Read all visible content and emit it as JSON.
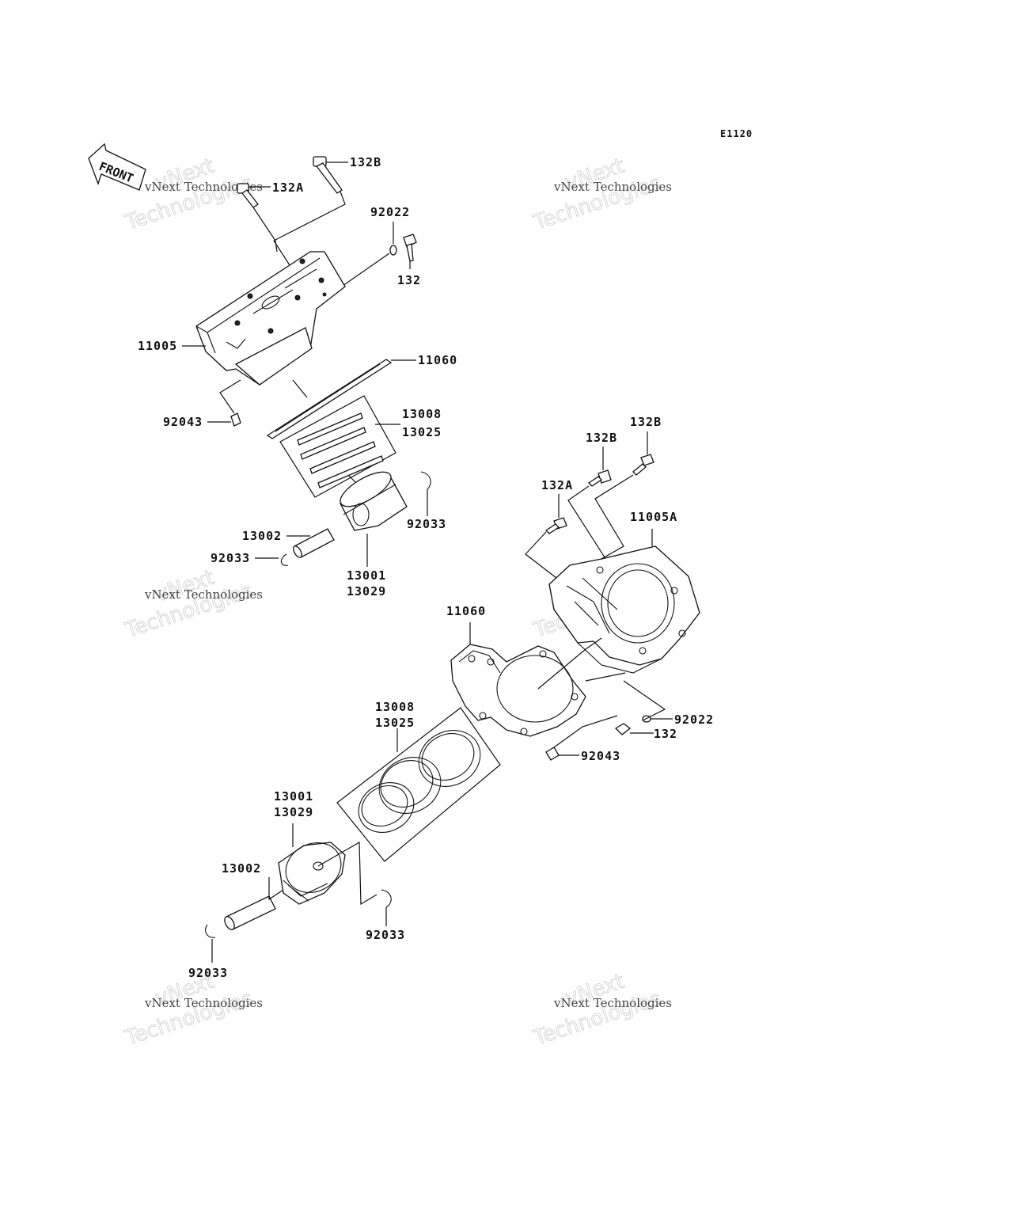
{
  "diagram_code": "E1120",
  "front_label": "FRONT",
  "watermark": {
    "line1": "vNext Technologies",
    "line2": "vNext",
    "line3": "Technologies"
  },
  "labels": {
    "l_132B_a": "132B",
    "l_132A_a": "132A",
    "l_92022_a": "92022",
    "l_132_a": "132",
    "l_11005": "11005",
    "l_11060_a": "11060",
    "l_92043_a": "92043",
    "l_13008_a": "13008",
    "l_13025_a": "13025",
    "l_92033_a": "92033",
    "l_13002_a": "13002",
    "l_92033_b": "92033",
    "l_13001_a": "13001",
    "l_13029_a": "13029",
    "l_132B_b": "132B",
    "l_132B_c": "132B",
    "l_132A_b": "132A",
    "l_11005A": "11005A",
    "l_11060_b": "11060",
    "l_92022_b": "92022",
    "l_132_b": "132",
    "l_92043_b": "92043",
    "l_13008_b": "13008",
    "l_13025_b": "13025",
    "l_13001_b": "13001",
    "l_13029_b": "13029",
    "l_13002_b": "13002",
    "l_92033_c": "92033",
    "l_92033_d": "92033"
  }
}
